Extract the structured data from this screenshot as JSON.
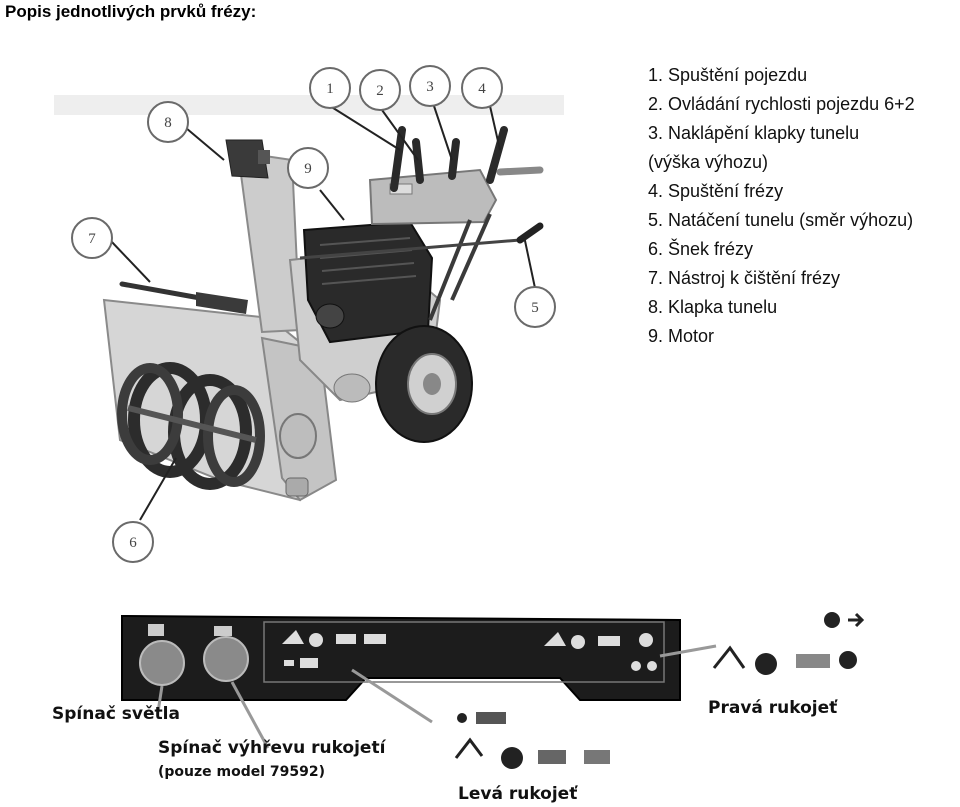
{
  "title": "Popis jednotlivých prvků frézy:",
  "legend": [
    "1. Spuštění pojezdu",
    "2. Ovládání rychlosti pojezdu 6+2",
    "3. Naklápění klapky tunelu",
    "(výška výhozu)",
    "4. Spuštění frézy",
    "5. Natáčení tunelu (směr výhozu)",
    "6. Šnek frézy",
    "7. Nástroj k čištění frézy",
    "8. Klapka tunelu",
    "9. Motor"
  ],
  "callouts": [
    "1",
    "2",
    "3",
    "4",
    "5",
    "6",
    "7",
    "8",
    "9"
  ],
  "panel": {
    "light_switch": "Spínač světla",
    "heater_switch": "Spínač výhřevu rukojetí",
    "heater_note": "(pouze model 79592)",
    "left_handle": "Levá rukojeť",
    "right_handle": "Pravá rukojeť"
  },
  "colors": {
    "machine_body": "#cfcfcf",
    "engine": "#2a2a2a",
    "panel": "#1c1c1c",
    "callout_ring": "#6a6a6a"
  }
}
